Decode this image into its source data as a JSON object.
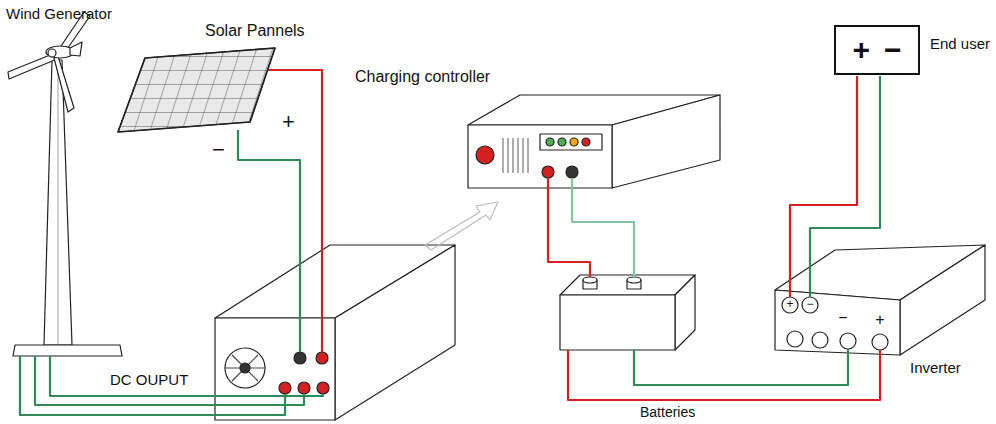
{
  "diagram": {
    "nodes": [
      {
        "text": [
          "+",
          "−",
          "End user"
        ]
      }
    ],
    "labels": [
      "Wind Generator",
      "Solar Pannels",
      "Charging controller",
      "+",
      "−",
      "DC OUPUT",
      "+",
      "−",
      "−",
      "+",
      "Batteries",
      "Inverter"
    ]
  }
}
